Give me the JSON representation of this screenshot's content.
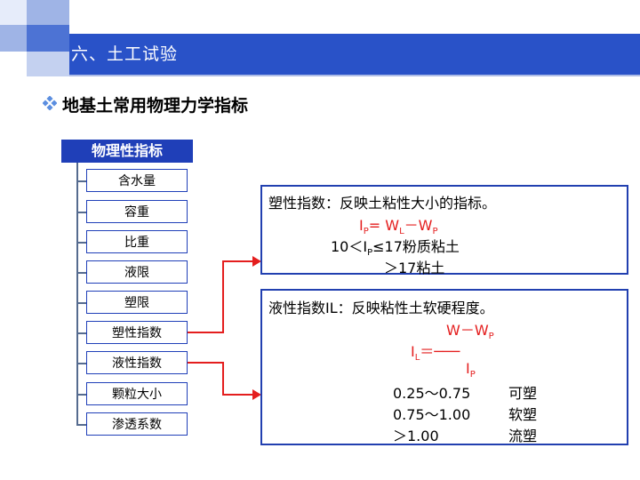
{
  "header": {
    "title": "六、土工试验"
  },
  "subtitle": "地基土常用物理力学指标",
  "tree": {
    "root": "物理性指标",
    "items": [
      "含水量",
      "容重",
      "比重",
      "液限",
      "塑限",
      "塑性指数",
      "液性指数",
      "颗粒大小",
      "渗透系数"
    ]
  },
  "plasticity": {
    "heading": "塑性指数：反映土粘性大小的指标。",
    "formula_I": "I",
    "formula_I_sub": "P",
    "formula_eq": "= W",
    "formula_wl_sub": "L",
    "formula_minus": "－W",
    "formula_wp_sub": "P",
    "line1_pre": "10＜I",
    "line1_sub": "P",
    "line1_post": "≤17粉质粘土",
    "line2": "＞17粘土"
  },
  "liquidity": {
    "heading": "液性指数IL：反映粘性土软硬程度。",
    "num_w": "W－W",
    "num_sub": "P",
    "lhs_I": "I",
    "lhs_sub": "L",
    "lhs_eq": "＝───",
    "den_I": "I",
    "den_sub": "P",
    "ranges": [
      {
        "range": "0.25～0.75",
        "state": "可塑"
      },
      {
        "range": "0.75～1.00",
        "state": "软塑"
      },
      {
        "range": "＞1.00",
        "state": "流塑"
      }
    ]
  },
  "colors": {
    "header": "#2952c8",
    "accent": "#1f3fb8",
    "arrow": "#e41e1e"
  }
}
